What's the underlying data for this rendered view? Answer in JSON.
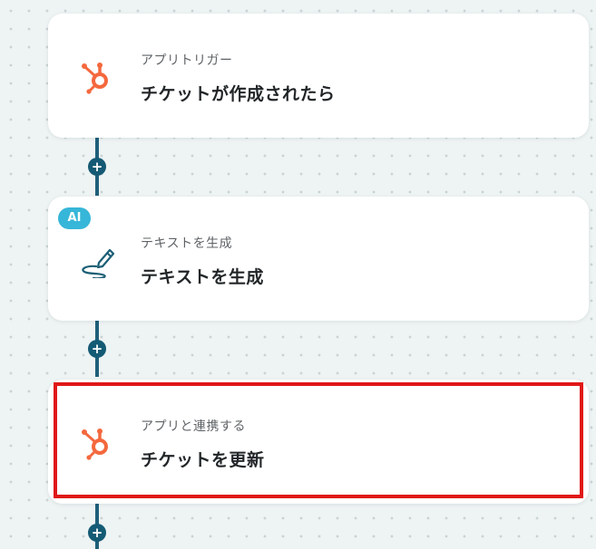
{
  "flow": {
    "steps": [
      {
        "label": "アプリトリガー",
        "title": "チケットが作成されたら",
        "icon": "hubspot-icon"
      },
      {
        "label": "テキストを生成",
        "title": "テキストを生成",
        "icon": "pen-write-icon",
        "badge": "AI"
      },
      {
        "label": "アプリと連携する",
        "title": "チケットを更新",
        "icon": "hubspot-icon"
      }
    ],
    "add_symbol": "+"
  },
  "colors": {
    "hubspot_orange": "#f4683e",
    "connector": "#1f5f7a",
    "ai_badge": "#36b6d8",
    "highlight": "#e01818",
    "pen_icon": "#1c5f76"
  }
}
